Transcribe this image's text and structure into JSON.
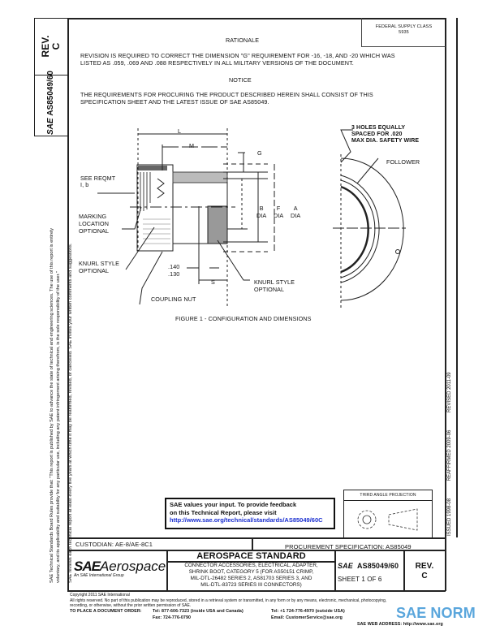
{
  "side_block": {
    "rev_label": "REV.",
    "rev_value": "C",
    "doc_number": "AS85049/60",
    "logo": "SAE"
  },
  "fsc_box": {
    "line1": "FEDERAL SUPPLY CLASS",
    "line2": "5935"
  },
  "rationale": {
    "heading": "RATIONALE",
    "line1": "REVISION IS REQUIRED TO CORRECT THE DIMENSION \"G\" REQUIREMENT FOR -16, -18, AND -20 WHICH WAS",
    "line2": "LISTED AS .059, .069 AND .088 RESPECTIVELY IN ALL MILITARY VERSIONS OF THE DOCUMENT."
  },
  "notice": {
    "heading": "NOTICE",
    "line1": "THE REQUIREMENTS FOR PROCURING THE PRODUCT DESCRIBED HEREIN SHALL CONSIST OF THIS",
    "line2": "SPECIFICATION SHEET AND THE LATEST ISSUE OF SAE AS85049."
  },
  "figure": {
    "caption": "FIGURE 1 - CONFIGURATION AND DIMENSIONS",
    "labels": {
      "L": "L",
      "M": "M",
      "G": "G",
      "see_reqmt_1": "SEE REQMT",
      "see_reqmt_2": "I, b",
      "marking_1": "MARKING",
      "marking_2": "LOCATION",
      "marking_3": "OPTIONAL",
      "knurl_left_1": "KNURL STYLE",
      "knurl_left_2": "OPTIONAL",
      "coupling_nut": "COUPLING NUT",
      "dim_140": ".140",
      "dim_130": ".130",
      "S": "S",
      "knurl_right_1": "KNURL STYLE",
      "knurl_right_2": "OPTIONAL",
      "B": "B",
      "F": "F",
      "A": "A",
      "dia": "DIA",
      "holes_1": "3 HOLES EQUALLY",
      "holes_2": "SPACED FOR .020",
      "holes_3": "MAX DIA. SAFETY WIRE",
      "follower": "FOLLOWER"
    }
  },
  "left_margin": {
    "line1": "SAE Technical Standards Board Rules provide that: \"This report is published by SAE to advance the state of technical and engineering sciences. The use of this report is entirely",
    "line2": "voluntary, and its applicability and suitability for any particular use, including any patent infringement arising therefrom, is the sole responsibility of the user.\"",
    "line3": "SAE reviews each technical report at least every five years at which time it may be reaffirmed, revised, or cancelled. SAE invites your written comments and suggestions."
  },
  "right_strip": {
    "issued": "ISSUED 1998-08",
    "reaffirmed": "REAFFIRMED 2009-06",
    "revised": "REVISED 2011-09"
  },
  "feedback": {
    "line1": "SAE values your input. To provide feedback",
    "line2": "on this Technical Report, please visit",
    "link": "http://www.sae.org/technical/standards/AS85049/60C"
  },
  "projection": {
    "label": "THIRD ANGLE PROJECTION"
  },
  "custodian": "CUSTODIAN: AE-8/AE-8C1",
  "procurement": "PROCUREMENT SPECIFICATION: AS85049",
  "title_block": {
    "logo_main": "SAE",
    "logo_word": "Aerospace",
    "logo_sub": "An SAE International Group",
    "standard": "AEROSPACE STANDARD",
    "desc1": "CONNECTOR ACCESSORIES, ELECTRICAL, ADAPTER,",
    "desc2": "SHRINK BOOT, CATEGORY 5 (FOR AS50151 CRIMP,",
    "desc3": "MIL-DTL-26482 SERIES 2, AS81703 SERIES 3, AND",
    "desc4": "MIL-DTL-83723 SERIES III CONNECTORS)",
    "sae_mark": "SAE",
    "doc_number": "AS85049/60",
    "sheet": "SHEET 1 OF 6",
    "rev_label": "REV.",
    "rev_value": "C"
  },
  "footer": {
    "copyright": "Copyright 2011 SAE International",
    "rights1": "All rights reserved. No part of this publication may be reproduced, stored in a retrieval system or transmitted, in any form or by any means, electronic, mechanical, photocopying,",
    "rights2": "recording, or otherwise, without the prior written permission of SAE.",
    "order": "TO PLACE A DOCUMENT ORDER:",
    "tel1": "Tel: 877-606-7323 (inside USA and Canada)",
    "fax": "Fax: 724-776-0790",
    "tel2": "Tel: +1 724-776-4970 (outside USA)",
    "email": "Email: CustomerService@sae.org",
    "web": "SAE WEB ADDRESS: http://www.sae.org",
    "watermark": "SAE NORM"
  }
}
